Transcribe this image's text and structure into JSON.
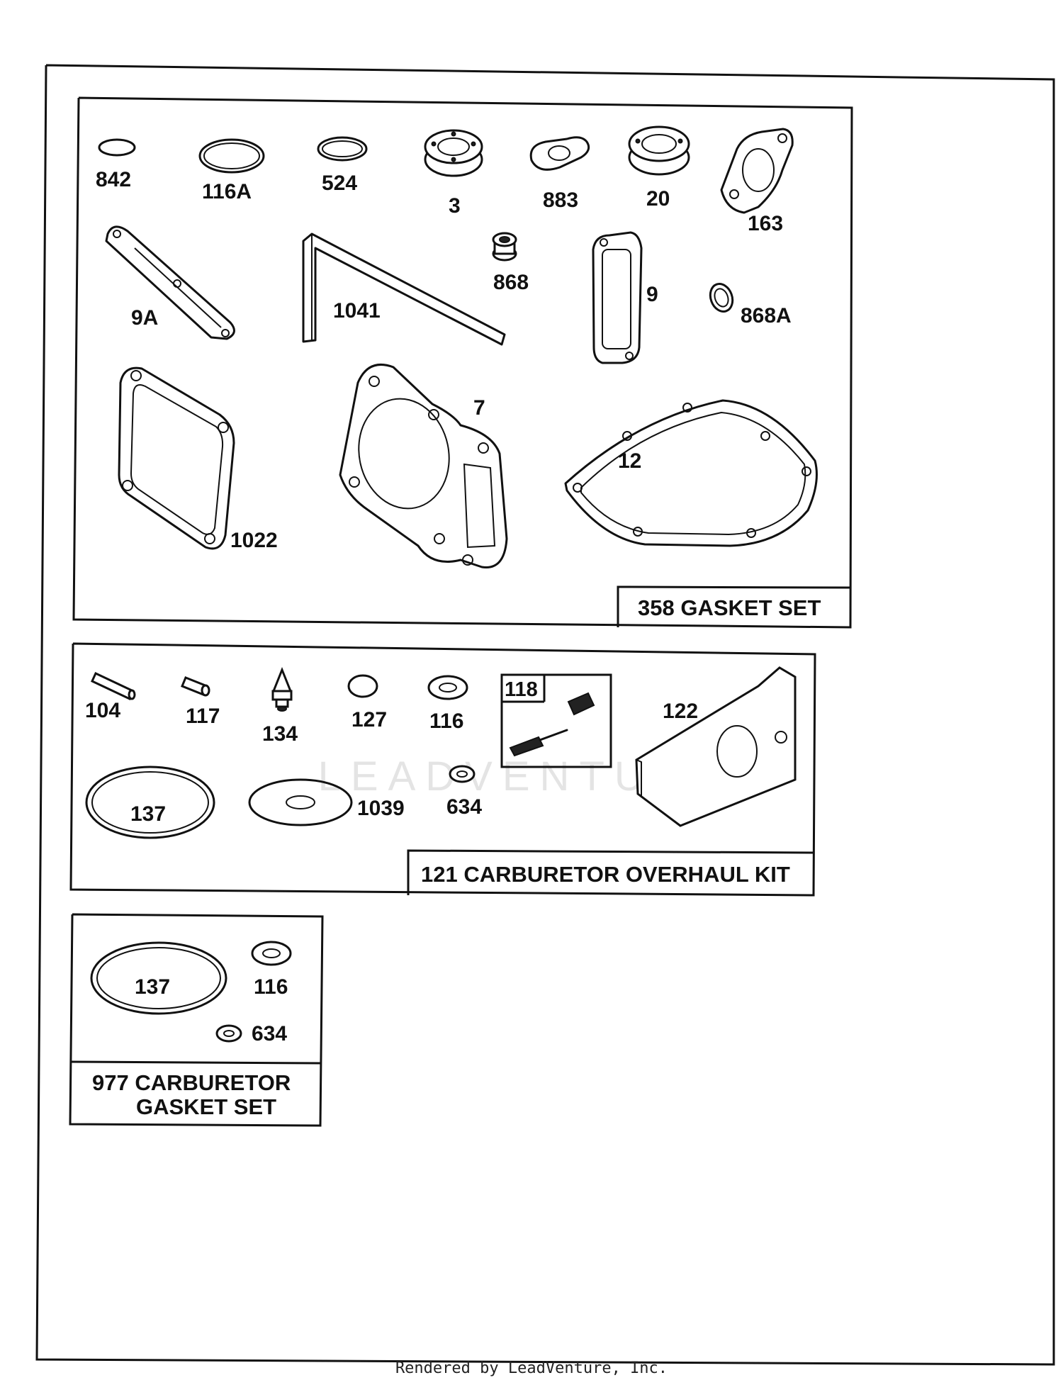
{
  "watermark": "LEADVENTURE",
  "footer": "Rendered by LeadVenture, Inc.",
  "kits": [
    {
      "title": "358 GASKET SET",
      "parts": [
        {
          "id": "p842",
          "label": "842"
        },
        {
          "id": "p116A",
          "label": "116A"
        },
        {
          "id": "p524",
          "label": "524"
        },
        {
          "id": "p3",
          "label": "3"
        },
        {
          "id": "p883",
          "label": "883"
        },
        {
          "id": "p20",
          "label": "20"
        },
        {
          "id": "p163",
          "label": "163"
        },
        {
          "id": "p9A",
          "label": "9A"
        },
        {
          "id": "p1041",
          "label": "1041"
        },
        {
          "id": "p868",
          "label": "868"
        },
        {
          "id": "p9",
          "label": "9"
        },
        {
          "id": "p868A",
          "label": "868A"
        },
        {
          "id": "p7",
          "label": "7"
        },
        {
          "id": "p12",
          "label": "12"
        },
        {
          "id": "p1022",
          "label": "1022"
        }
      ]
    },
    {
      "title": "121 CARBURETOR OVERHAUL KIT",
      "parts": [
        {
          "id": "p104",
          "label": "104"
        },
        {
          "id": "p117",
          "label": "117"
        },
        {
          "id": "p134",
          "label": "134"
        },
        {
          "id": "p127",
          "label": "127"
        },
        {
          "id": "p116",
          "label": "116"
        },
        {
          "id": "p118",
          "label": "118"
        },
        {
          "id": "p122",
          "label": "122"
        },
        {
          "id": "p137",
          "label": "137"
        },
        {
          "id": "p1039",
          "label": "1039"
        },
        {
          "id": "p634",
          "label": "634"
        }
      ]
    },
    {
      "title_lines": [
        "977 CARBURETOR",
        "GASKET SET"
      ],
      "parts": [
        {
          "id": "q137",
          "label": "137"
        },
        {
          "id": "q116",
          "label": "116"
        },
        {
          "id": "q634",
          "label": "634"
        }
      ]
    }
  ]
}
